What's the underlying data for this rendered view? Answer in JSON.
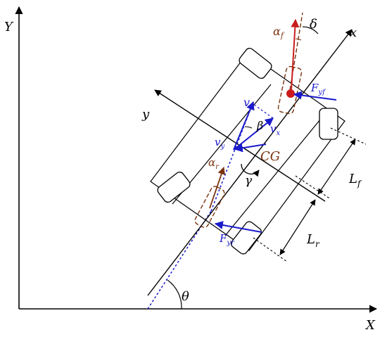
{
  "axes": {
    "x_label": "X",
    "y_label": "Y"
  },
  "vehicle_axes": {
    "x_label": "x",
    "y_label": "y"
  },
  "angles": {
    "theta": "θ",
    "delta": "δ",
    "beta": "β",
    "gamma": "γ",
    "alpha_f": "α",
    "alpha_f_sub": "f",
    "alpha_r": "α",
    "alpha_r_sub": "r"
  },
  "velocities": {
    "v": "v",
    "vx": "v",
    "vx_sub": "x",
    "vy": "v",
    "vy_sub": "y"
  },
  "forces": {
    "fyf": "F",
    "fyf_sub": "yf",
    "fyr": "F",
    "fyr_sub": "yr"
  },
  "center_of_gravity": "CG",
  "lengths": {
    "lf": "L",
    "lf_sub": "f",
    "lr": "L",
    "lr_sub": "r"
  },
  "colors": {
    "axes": "#000000",
    "velocity": "#1a1acc",
    "force": "#1a1acc",
    "slip": "#7a3410",
    "steer_arrow": "#c81e1e",
    "cg_dot": "#cc1a1a"
  }
}
